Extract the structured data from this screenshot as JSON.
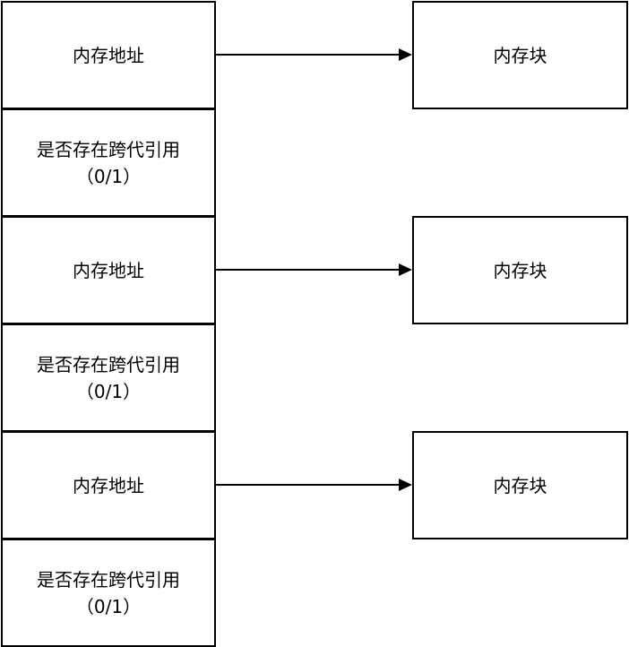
{
  "table": {
    "rows": [
      {
        "label": "内存地址"
      },
      {
        "label": "是否存在跨代引用\n（0/1）"
      },
      {
        "label": "内存地址"
      },
      {
        "label": "是否存在跨代引用\n（0/1）"
      },
      {
        "label": "内存地址"
      },
      {
        "label": "是否存在跨代引用\n（0/1）"
      }
    ]
  },
  "blocks": [
    {
      "label": "内存块"
    },
    {
      "label": "内存块"
    },
    {
      "label": "内存块"
    }
  ],
  "colors": {
    "stroke": "#000000",
    "background": "#ffffff"
  }
}
